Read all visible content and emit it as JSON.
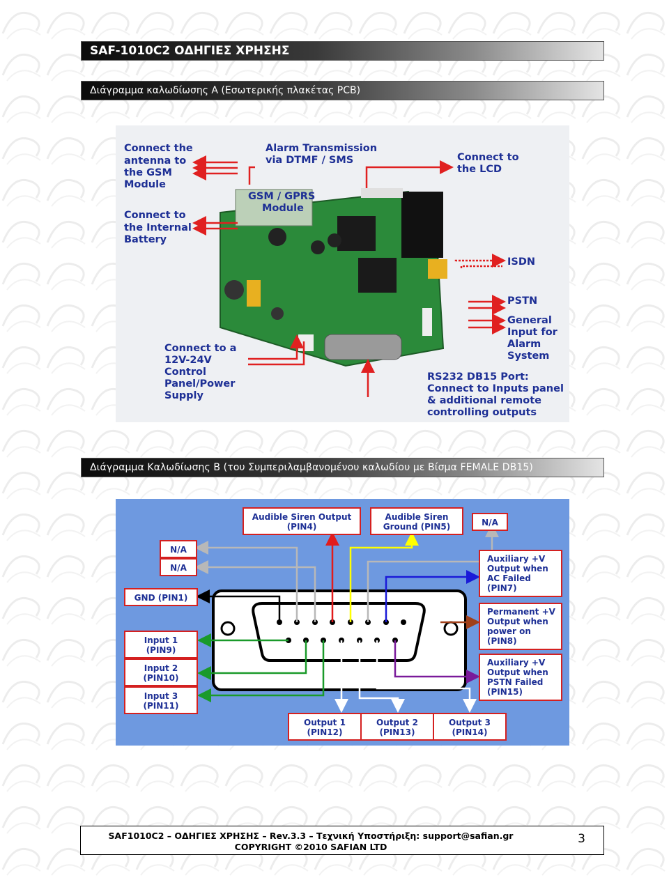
{
  "header": {
    "title": "SAF-1010C2 ΟΔΗΓΙΕΣ ΧΡΗΣΗΣ"
  },
  "section_a": {
    "title": "Διάγραμμα καλωδίωσης A (Εσωτερικής πλακέτας PCB)"
  },
  "pcb_image": {
    "labels": {
      "antenna": [
        "Connect the",
        "antenna to",
        "the GSM",
        "Module"
      ],
      "alarm": [
        "Alarm Transmission",
        "via DTMF / SMS"
      ],
      "lcd": [
        "Connect to",
        "the LCD"
      ],
      "battery": [
        "Connect to",
        "the Internal",
        "Battery"
      ],
      "module": [
        "GSM / GPRS",
        "Module"
      ],
      "isdn": "ISDN",
      "pstn": "PSTN",
      "general": [
        "General",
        "Input for",
        "Alarm",
        "System"
      ],
      "power": [
        "Connect to a",
        "12V-24V",
        "Control",
        "Panel/Power",
        "Supply"
      ],
      "rs232": [
        "RS232 DB15 Port:",
        "Connect to Inputs panel",
        "& additional remote",
        "controlling outputs"
      ]
    },
    "colors": {
      "label": "#1d2f95",
      "arrow": "#e02020",
      "isdn": "#e02020",
      "board": "#2b8a3a"
    }
  },
  "section_b": {
    "title": "Διάγραμμα Καλωδίωσης B (του Συμπεριλαμβανομένου καλωδίου με Βίσμα FEMALE DB15)"
  },
  "wiring_image": {
    "top_boxes": [
      [
        "Audible Siren Output",
        "(PIN4)"
      ],
      [
        "Audible Siren",
        "Ground (PIN5)"
      ],
      [
        "N/A"
      ]
    ],
    "left_boxes": {
      "na1": "N/A",
      "na2": "N/A",
      "gnd": "GND (PIN1)",
      "input1": [
        "Input 1",
        "(PIN9)"
      ],
      "input2": [
        "Input 2",
        "(PIN10)"
      ],
      "input3": [
        "Input 3",
        "(PIN11)"
      ]
    },
    "right_boxes": [
      [
        "Auxiliary +V",
        "Output when",
        "AC Failed",
        "(PIN7)"
      ],
      [
        "Permanent +V",
        "Output when",
        "power on",
        "(PIN8)"
      ],
      [
        "Auxiliary +V",
        "Output when",
        "PSTN Failed",
        "(PIN15)"
      ]
    ],
    "bottom_boxes": [
      [
        "Output 1",
        "(PIN12)"
      ],
      [
        "Output 2",
        "(PIN13)"
      ],
      [
        "Output 3",
        "(PIN14)"
      ]
    ],
    "colors": {
      "background": "#6e99e0",
      "box_border": "#d42020",
      "box_text": "#1d2f95",
      "wire_gray": "#b8b8b8",
      "wire_red": "#e21b1b",
      "wire_yellow": "#ffff00",
      "wire_blue": "#1a1ad8",
      "wire_black": "#000000",
      "wire_brown": "#a0401a",
      "wire_purple": "#7a1a9a",
      "wire_green": "#1a9a2a",
      "wire_white": "#ffffff"
    }
  },
  "footer": {
    "line1": "SAF1010C2 – ΟΔΗΓΙΕΣ ΧΡΗΣΗΣ – Rev.3.3 – Τεχνική Υποστήριξη: support@safian.gr",
    "line2": "COPYRIGHT ©2010 SAFIAN LTD",
    "page_number": "3"
  }
}
